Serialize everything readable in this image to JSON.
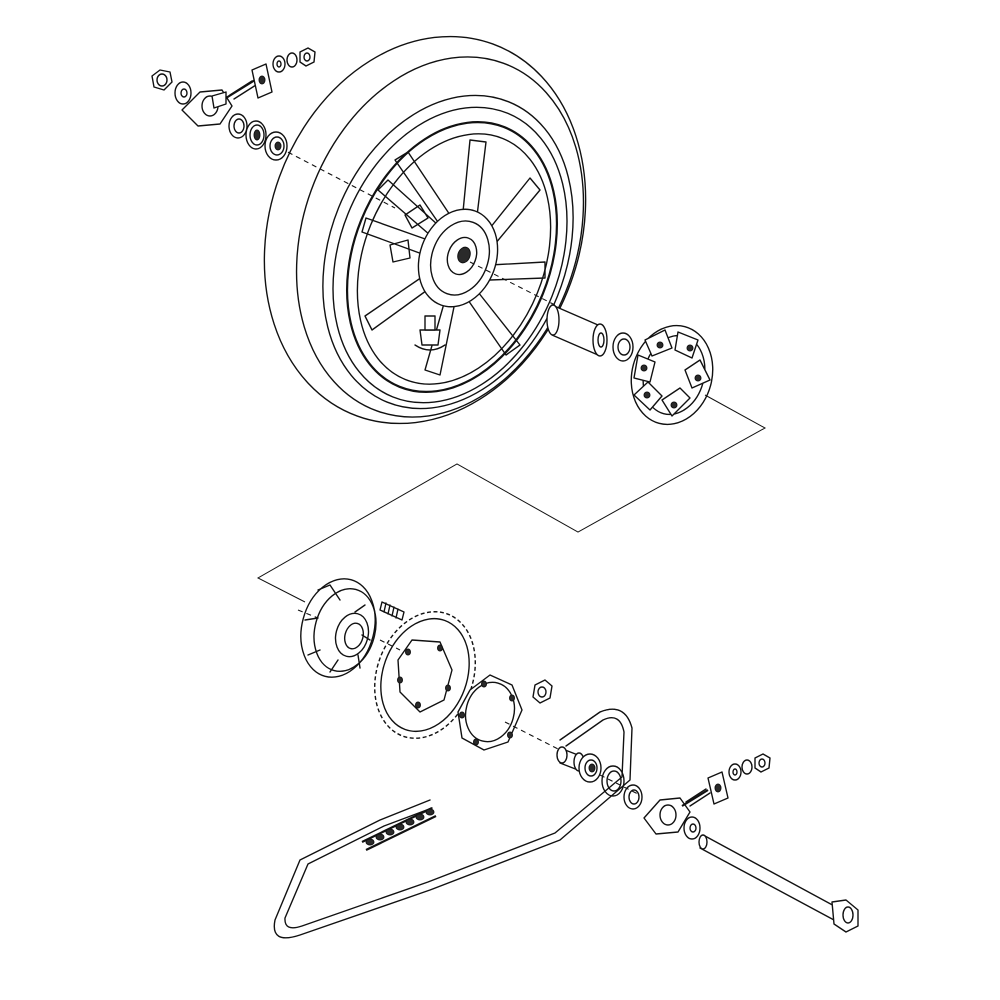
{
  "diagram": {
    "kind": "exploded-view",
    "parts": [
      {
        "name": "rear-tire-and-wheel"
      },
      {
        "name": "wheel-hub-spacer"
      },
      {
        "name": "wheel-bearing"
      },
      {
        "name": "rubber-damper"
      },
      {
        "name": "sprocket-carrier"
      },
      {
        "name": "rear-sprocket"
      },
      {
        "name": "sprocket-nut"
      },
      {
        "name": "drive-chain"
      },
      {
        "name": "rear-axle"
      },
      {
        "name": "chain-adjuster-left"
      },
      {
        "name": "chain-adjuster-right"
      }
    ],
    "colors": {
      "line": "#111111",
      "background": "#ffffff"
    }
  }
}
